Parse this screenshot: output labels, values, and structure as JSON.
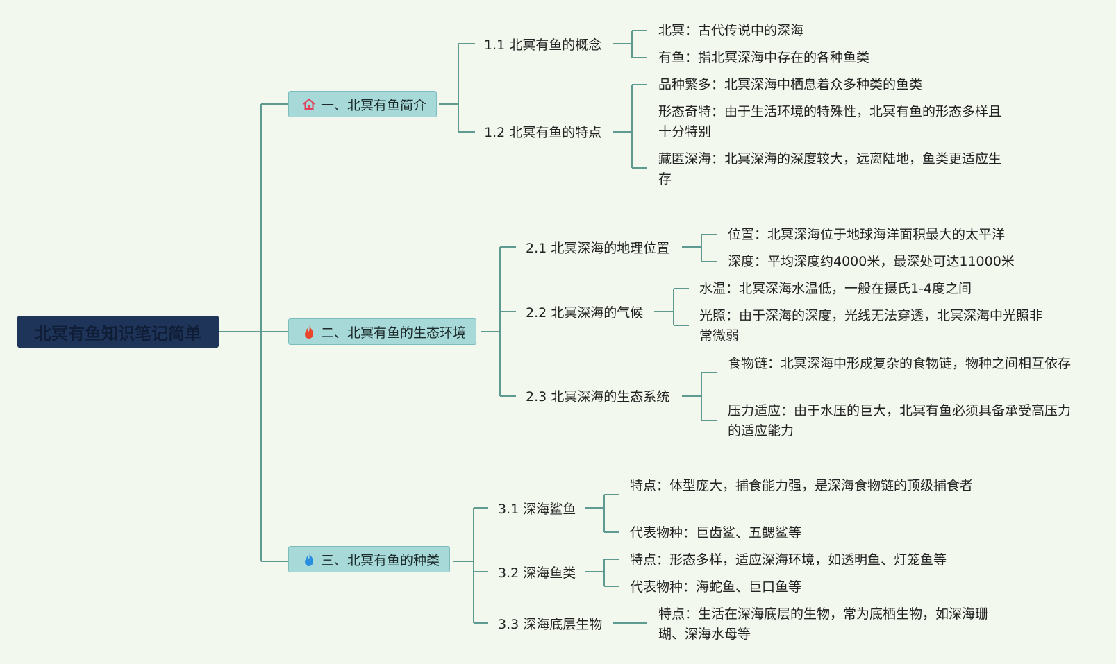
{
  "root": {
    "title": "北冥有鱼知识笔记简单"
  },
  "sections": [
    {
      "label": "一、北冥有鱼简介",
      "icon": "home-icon",
      "icon_color": "#e0405a",
      "subs": [
        {
          "label": "1.1 北冥有鱼的概念",
          "leaves": [
            "北冥：古代传说中的深海",
            "有鱼：指北冥深海中存在的各种鱼类"
          ]
        },
        {
          "label": "1.2 北冥有鱼的特点",
          "leaves": [
            "品种繁多：北冥深海中栖息着众多种类的鱼类",
            "形态奇特：由于生活环境的特殊性，北冥有鱼的形态多样且十分特别",
            "藏匿深海：北冥深海的深度较大，远离陆地，鱼类更适应生存"
          ]
        }
      ]
    },
    {
      "label": "二、北冥有鱼的生态环境",
      "icon": "fire-icon",
      "icon_color": "#e8452c",
      "subs": [
        {
          "label": "2.1 北冥深海的地理位置",
          "leaves": [
            "位置：北冥深海位于地球海洋面积最大的太平洋",
            "深度：平均深度约4000米，最深处可达11000米"
          ]
        },
        {
          "label": "2.2 北冥深海的气候",
          "leaves": [
            "水温：北冥深海水温低，一般在摄氏1-4度之间",
            "光照：由于深海的深度，光线无法穿透，北冥深海中光照非常微弱"
          ]
        },
        {
          "label": "2.3 北冥深海的生态系统",
          "leaves": [
            "食物链：北冥深海中形成复杂的食物链，物种之间相互依存",
            "压力适应：由于水压的巨大，北冥有鱼必须具备承受高压力的适应能力"
          ]
        }
      ]
    },
    {
      "label": "三、北冥有鱼的种类",
      "icon": "water-drop-flame-icon",
      "icon_color": "#2a8ee0",
      "subs": [
        {
          "label": "3.1 深海鲨鱼",
          "leaves": [
            "特点：体型庞大，捕食能力强，是深海食物链的顶级捕食者",
            "代表物种：巨齿鲨、五鳃鲨等"
          ]
        },
        {
          "label": "3.2 深海鱼类",
          "leaves": [
            "特点：形态多样，适应深海环境，如透明鱼、灯笼鱼等",
            "代表物种：海蛇鱼、巨口鱼等"
          ]
        },
        {
          "label": "3.3 深海底层生物",
          "leaves": [
            "特点：生活在深海底层的生物，常为底栖生物，如深海珊瑚、深海水母等"
          ]
        }
      ]
    }
  ],
  "colors": {
    "line": "#5e9a90",
    "section_bg": "#a8d9d9",
    "root_bg": "#1f3459",
    "page_bg": "#f3f8ee"
  }
}
